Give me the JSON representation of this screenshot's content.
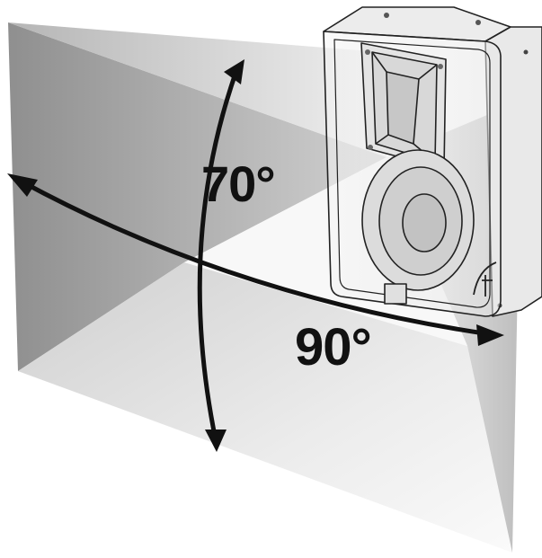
{
  "diagram": {
    "vertical_angle": "70°",
    "horizontal_angle": "90°",
    "subject": "loudspeaker-coverage-pattern"
  },
  "colors": {
    "arrow": "#111111",
    "label": "#111111",
    "cabinet_outline": "#222222",
    "coverage_light": "#f4f4f4",
    "coverage_dark": "#9a9a9a"
  }
}
